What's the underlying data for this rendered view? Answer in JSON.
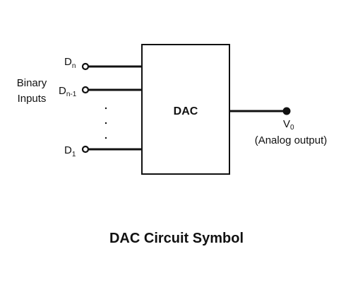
{
  "diagram": {
    "block_label": "DAC",
    "group_label_line1": "Binary",
    "group_label_line2": "Inputs",
    "inputs": [
      {
        "main": "D",
        "sub": "n"
      },
      {
        "main": "D",
        "sub": "n-1"
      },
      {
        "main": "D",
        "sub": "1"
      }
    ],
    "ellipsis": ". . .",
    "output": {
      "main": "V",
      "sub": "0",
      "description": "(Analog output)"
    },
    "caption": "DAC Circuit Symbol"
  }
}
